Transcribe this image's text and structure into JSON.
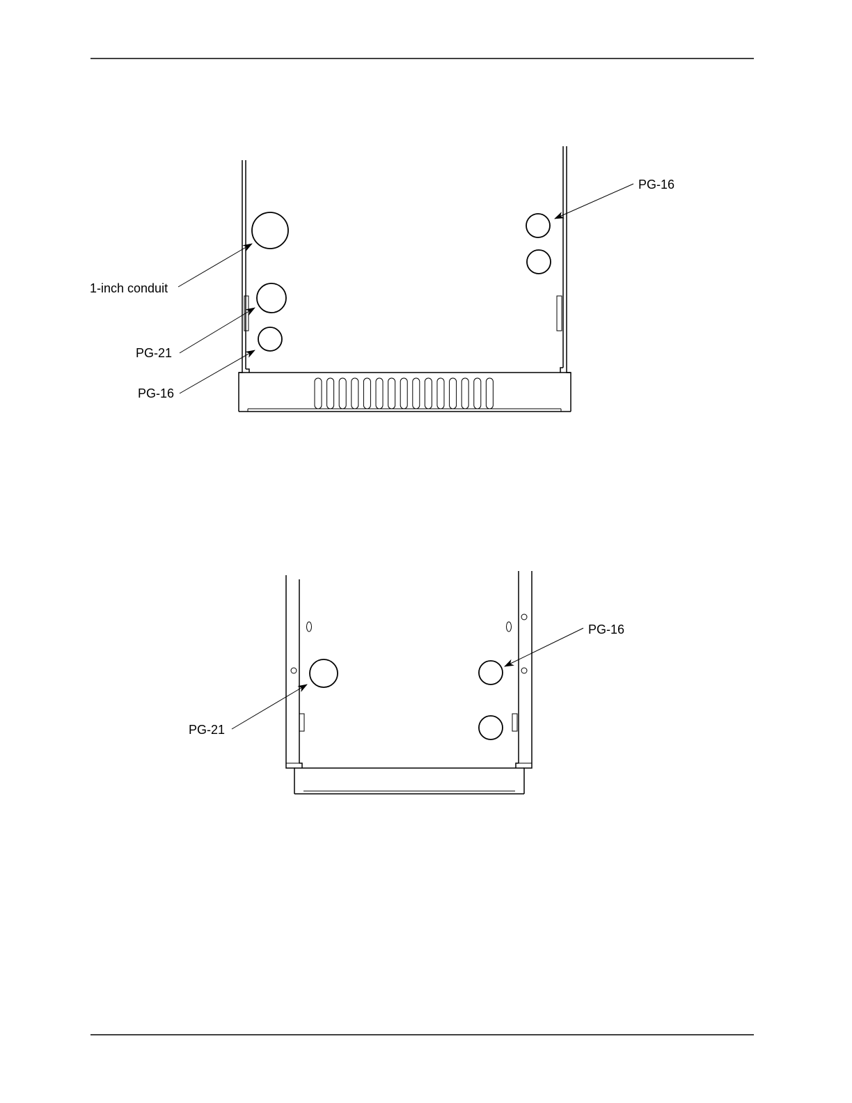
{
  "figure_top": {
    "labels": {
      "one_inch_conduit": "1-inch conduit",
      "pg21": "PG-21",
      "pg16_lower": "PG-16",
      "pg16_right": "PG-16"
    },
    "louver_slot_count": 15
  },
  "figure_bottom": {
    "labels": {
      "pg16": "PG-16",
      "pg21": "PG-21"
    }
  },
  "colors": {
    "line": "#000000",
    "background": "#ffffff"
  }
}
